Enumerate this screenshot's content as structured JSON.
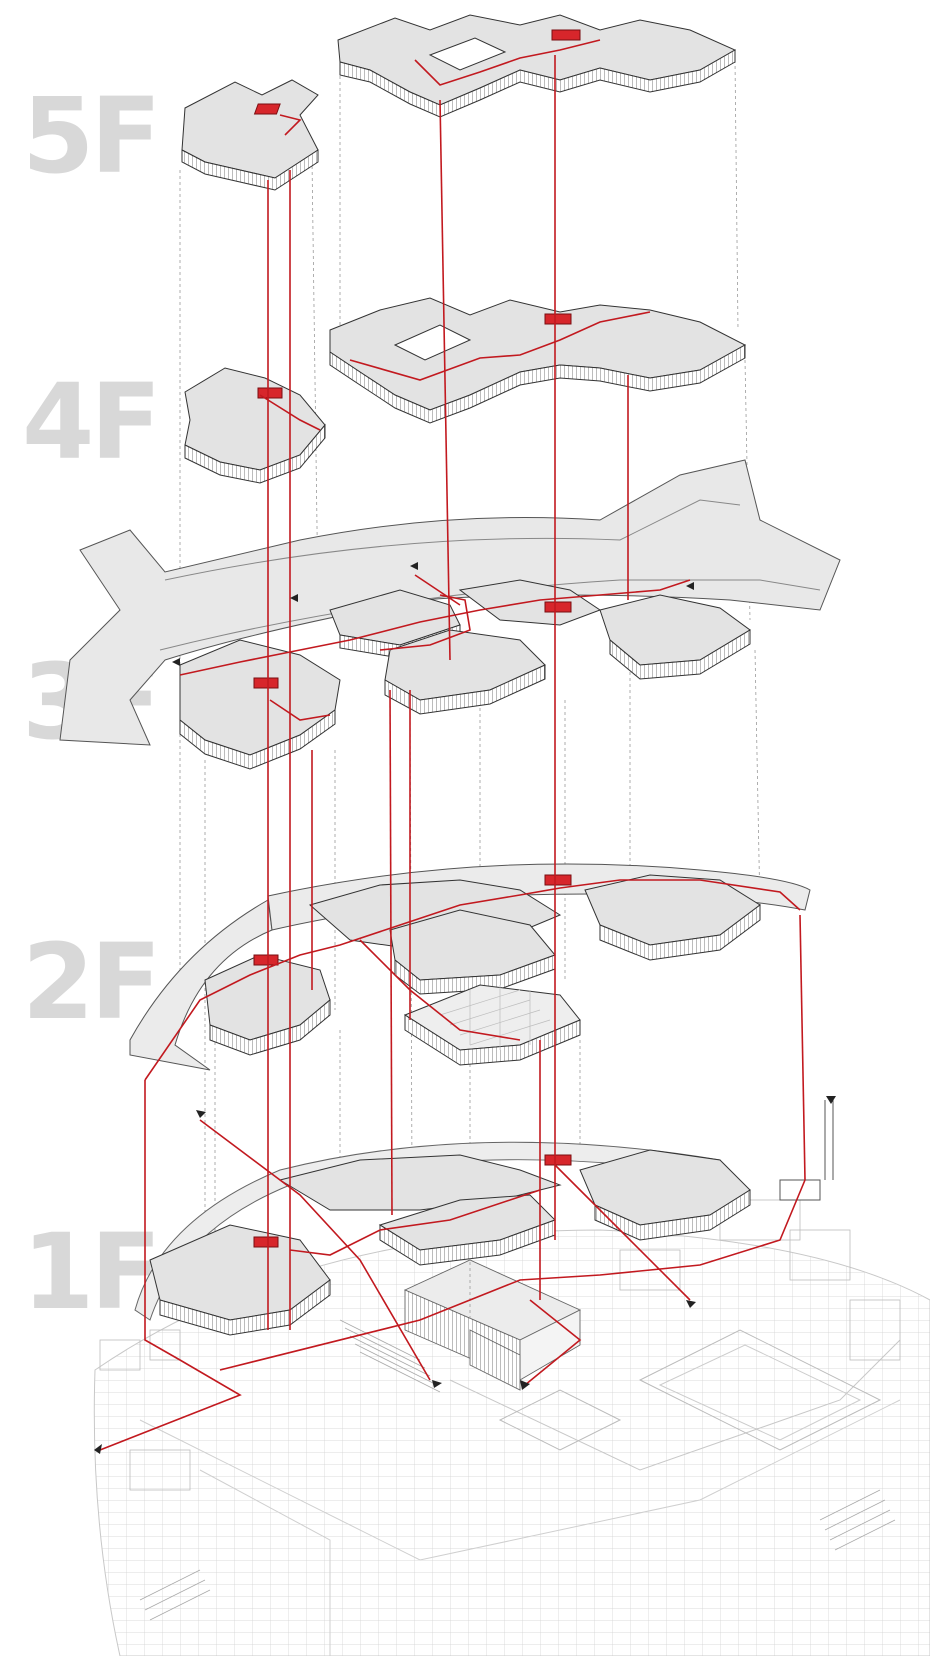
{
  "floors": [
    {
      "id": "5f",
      "label": "5F"
    },
    {
      "id": "4f",
      "label": "4F"
    },
    {
      "id": "3f",
      "label": "3F"
    },
    {
      "id": "2f",
      "label": "2F"
    },
    {
      "id": "1f",
      "label": "1F"
    }
  ],
  "colors": {
    "circulation_path": "#c2191f",
    "core_fill": "#d7262b",
    "floor_fill": "#e3e3e3",
    "outline": "#444444",
    "projection_line": "#9a9a9a",
    "label_gray": "#d8d8d8",
    "site_line": "#bdbdbd"
  },
  "icons": [
    "arrow-marker-icon"
  ]
}
